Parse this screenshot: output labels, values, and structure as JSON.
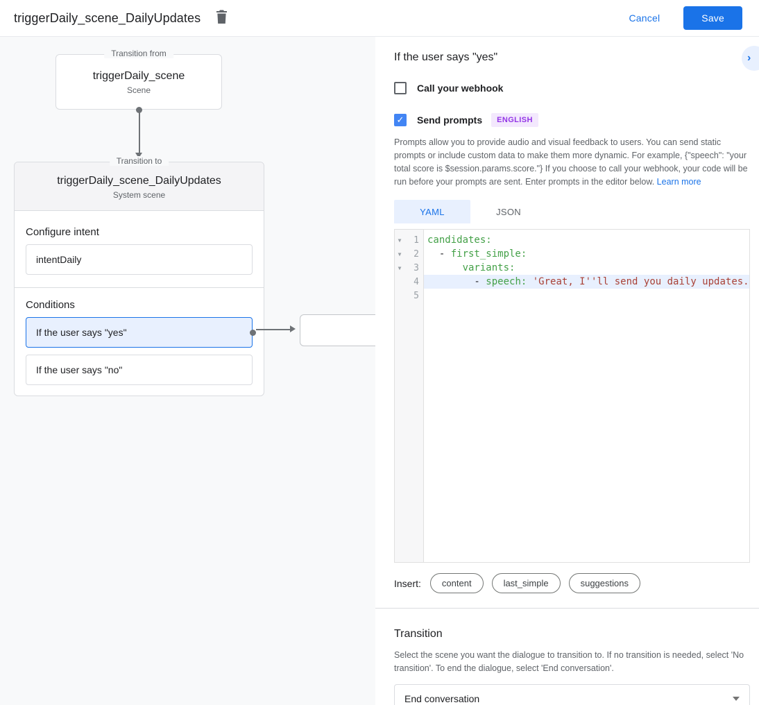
{
  "header": {
    "title": "triggerDaily_scene_DailyUpdates",
    "cancel_label": "Cancel",
    "save_label": "Save"
  },
  "canvas": {
    "from_node": {
      "legend": "Transition from",
      "title": "triggerDaily_scene",
      "subtitle": "Scene"
    },
    "to_node": {
      "legend": "Transition to",
      "title": "triggerDaily_scene_DailyUpdates",
      "subtitle": "System scene",
      "intent_label": "Configure intent",
      "intent_value": "intentDaily",
      "conditions_label": "Conditions",
      "conditions": [
        {
          "label": "If the user says \"yes\"",
          "selected": true
        },
        {
          "label": "If the user says \"no\"",
          "selected": false
        }
      ]
    }
  },
  "panel": {
    "title": "If the user says \"yes\"",
    "webhook_checkbox": {
      "label": "Call your webhook",
      "checked": false
    },
    "prompts_checkbox": {
      "label": "Send prompts",
      "checked": true,
      "badge": "ENGLISH",
      "check_glyph": "✓"
    },
    "description": "Prompts allow you to provide audio and visual feedback to users. You can send static prompts or include custom data to make them more dynamic. For example, {\"speech\": \"your total score is $session.params.score.\"} If you choose to call your webhook, your code will be run before your prompts are sent. Enter prompts in the editor below. ",
    "learn_more_label": "Learn more",
    "tabs": [
      {
        "label": "YAML",
        "active": true
      },
      {
        "label": "JSON",
        "active": false
      }
    ],
    "editor": {
      "fold_glyph": "▼",
      "lines": [
        {
          "number": "1",
          "fold": true,
          "highlight": false,
          "segments": [
            {
              "text": "candidates:",
              "type": "key"
            }
          ]
        },
        {
          "number": "2",
          "fold": true,
          "highlight": false,
          "segments": [
            {
              "text": "  - ",
              "type": "plain"
            },
            {
              "text": "first_simple:",
              "type": "key"
            }
          ]
        },
        {
          "number": "3",
          "fold": true,
          "highlight": false,
          "segments": [
            {
              "text": "      ",
              "type": "plain"
            },
            {
              "text": "variants:",
              "type": "key"
            }
          ]
        },
        {
          "number": "4",
          "fold": false,
          "highlight": true,
          "segments": [
            {
              "text": "        - ",
              "type": "plain"
            },
            {
              "text": "speech:",
              "type": "key"
            },
            {
              "text": " ",
              "type": "plain"
            },
            {
              "text": "'Great, I''ll send you daily updates.",
              "type": "string"
            }
          ]
        },
        {
          "number": "5",
          "fold": false,
          "highlight": false,
          "segments": []
        }
      ]
    },
    "insert": {
      "label": "Insert:",
      "buttons": [
        "content",
        "last_simple",
        "suggestions"
      ]
    },
    "transition": {
      "title": "Transition",
      "description": "Select the scene you want the dialogue to transition to. If no transition is needed, select 'No transition'. To end the dialogue, select 'End conversation'.",
      "dropdown_value": "End conversation"
    }
  },
  "colors": {
    "accent_blue": "#1a73e8",
    "light_blue": "#e8f0fe",
    "badge_purple": "#9334e6",
    "code_key_green": "#43a047",
    "code_string_red": "#a94136"
  }
}
